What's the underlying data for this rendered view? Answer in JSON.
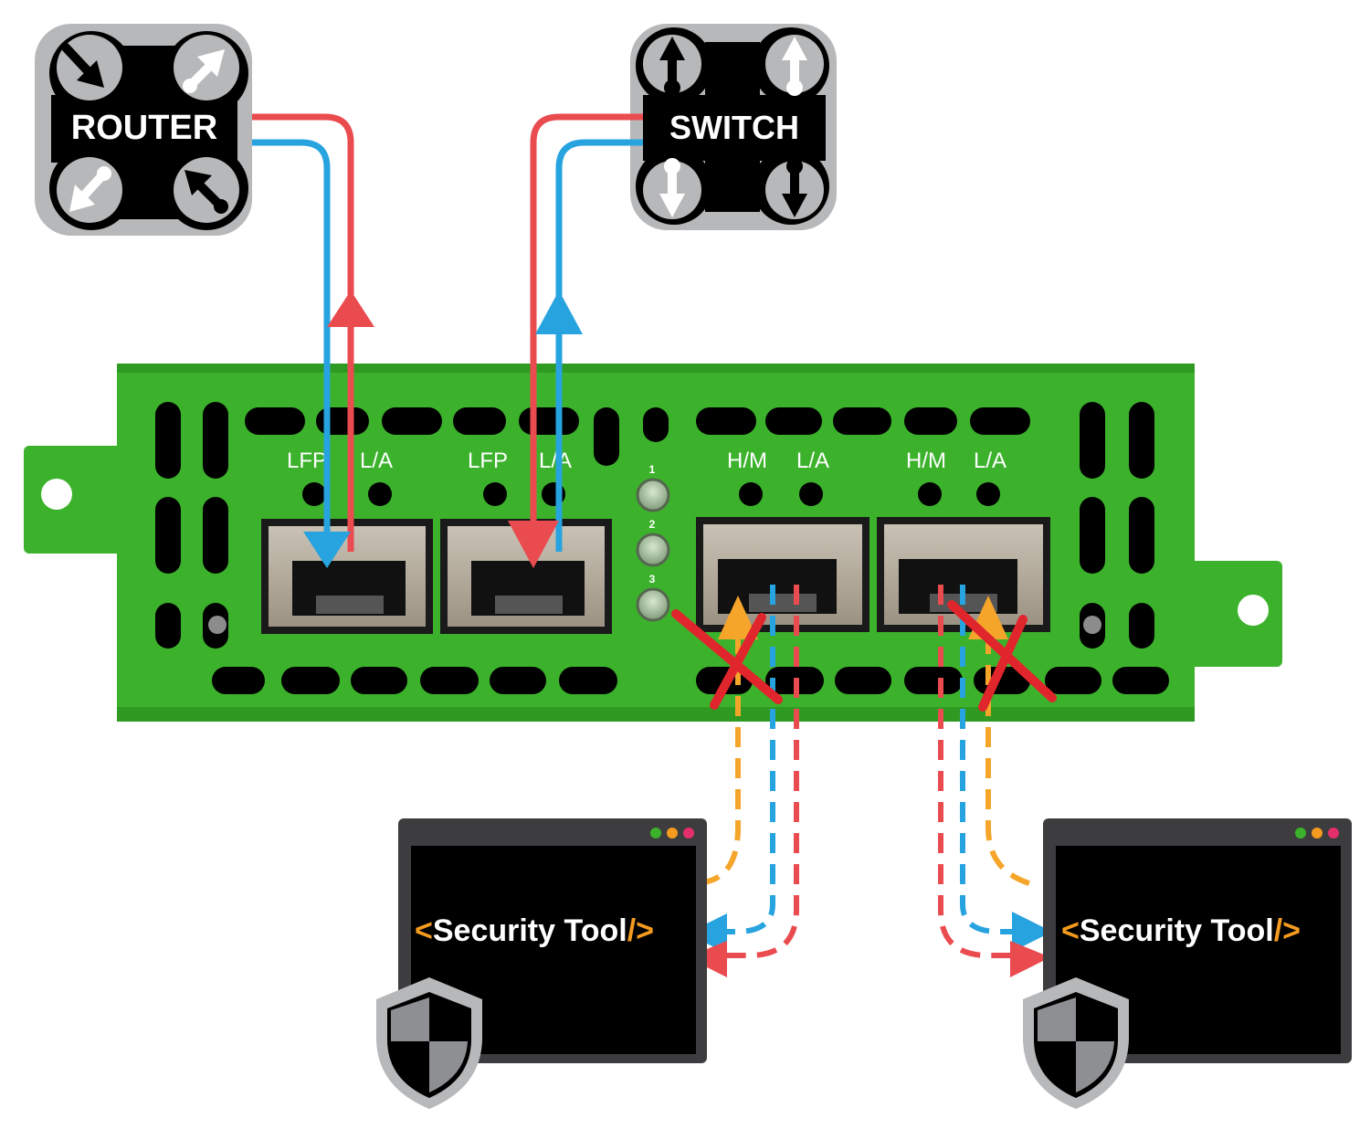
{
  "nodes": {
    "router": {
      "label": "ROUTER"
    },
    "switch": {
      "label": "SWITCH"
    }
  },
  "device": {
    "ports": [
      {
        "left_label": "LFP",
        "right_label": "L/A"
      },
      {
        "left_label": "LFP",
        "right_label": "L/A"
      },
      {
        "left_label": "H/M",
        "right_label": "L/A"
      },
      {
        "left_label": "H/M",
        "right_label": "L/A"
      }
    ],
    "leds": [
      "1",
      "2",
      "3"
    ]
  },
  "tools": [
    {
      "open": "<",
      "name": "Security Tool",
      "close": "/>"
    },
    {
      "open": "<",
      "name": "Security Tool",
      "close": "/>"
    }
  ],
  "colors": {
    "chassis": "#3cb22c",
    "link_red": "#ea4b4f",
    "link_blue": "#27a3e0",
    "link_orange": "#f5a52a",
    "node_gray": "#b7b8ba",
    "tool_frame": "#3d3d3f",
    "tool_screen": "#000000",
    "tool_accent": "#f59b1f"
  }
}
